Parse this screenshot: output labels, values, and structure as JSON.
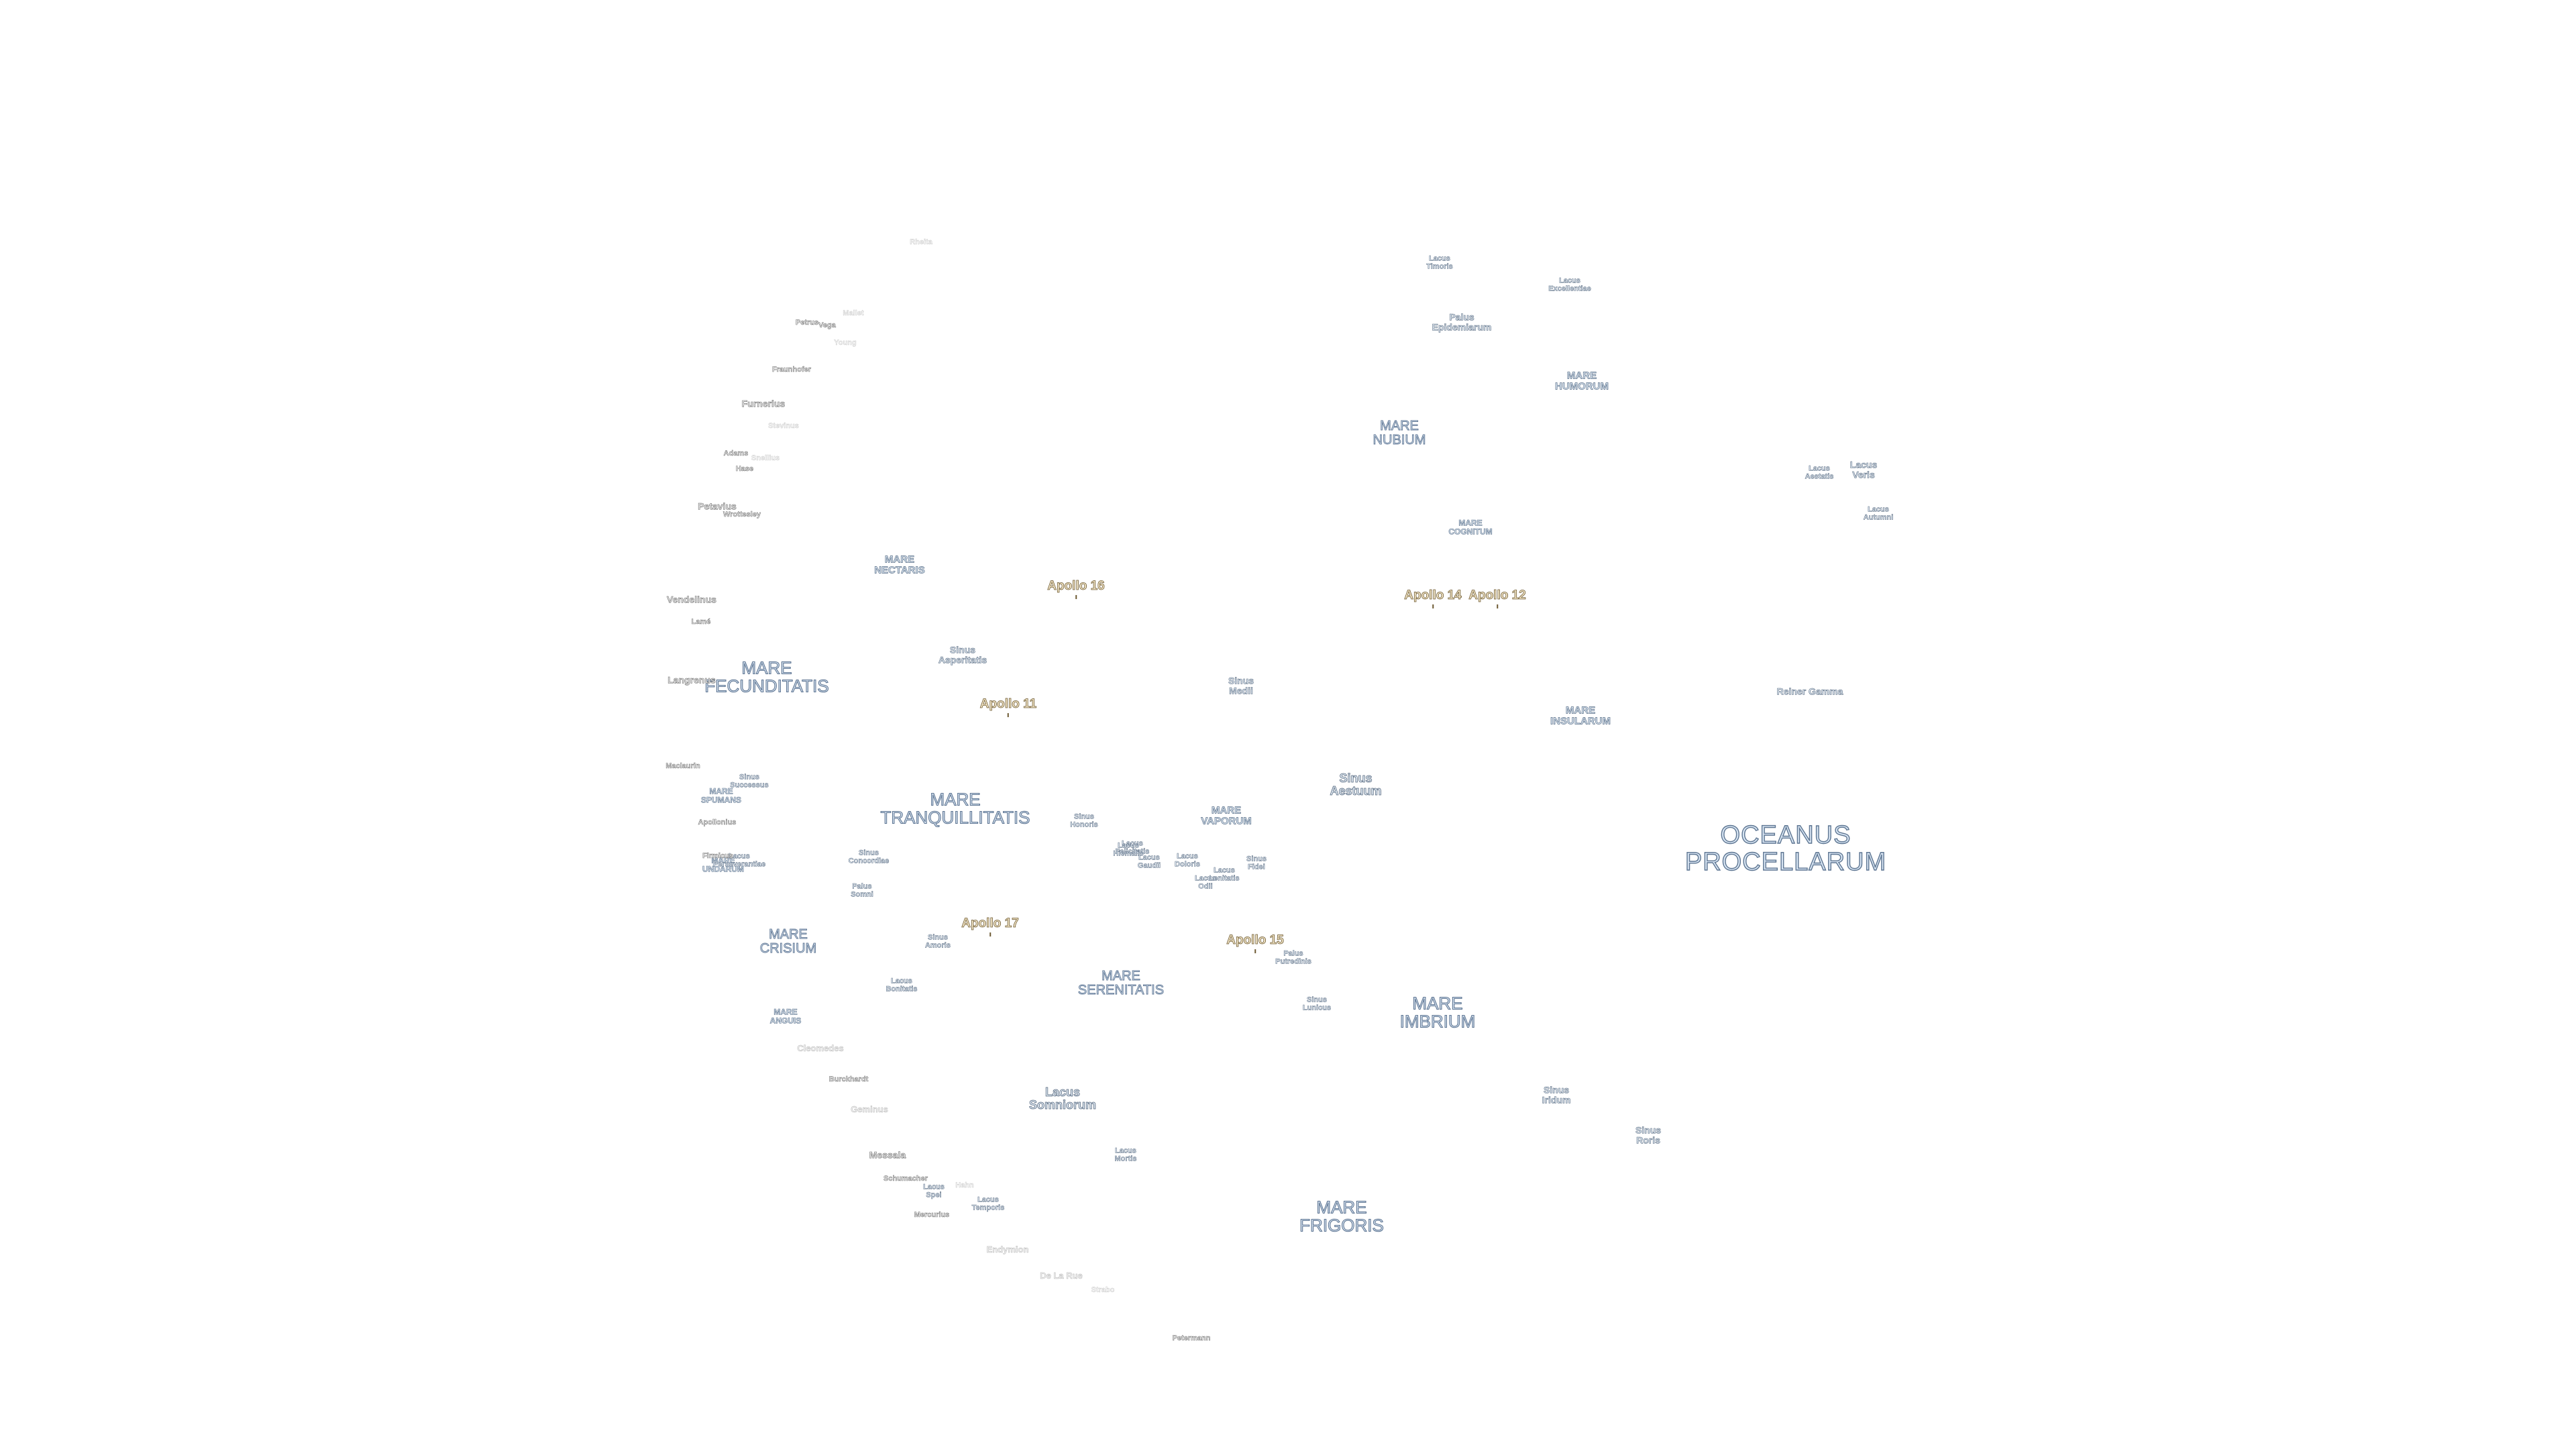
{
  "map": {
    "labels": [
      {
        "id": "oceanus-procellarum",
        "lines": [
          "OCEANUS",
          "PROCELLARUM"
        ],
        "kind": "ocean"
      },
      {
        "id": "mare-tranquillitatis",
        "lines": [
          "MARE",
          "TRANQUILLITATIS"
        ],
        "kind": "mare"
      },
      {
        "id": "mare-imbrium",
        "lines": [
          "MARE",
          "IMBRIUM"
        ],
        "kind": "mare"
      },
      {
        "id": "mare-frigoris",
        "lines": [
          "MARE",
          "FRIGORIS"
        ],
        "kind": "mare"
      },
      {
        "id": "mare-serenitatis",
        "lines": [
          "MARE",
          "SERENITATIS"
        ],
        "kind": "mare"
      },
      {
        "id": "mare-fecunditatis",
        "lines": [
          "MARE",
          "FECUNDITATIS"
        ],
        "kind": "mare"
      },
      {
        "id": "mare-crisium",
        "lines": [
          "MARE",
          "CRISIUM"
        ],
        "kind": "mare"
      },
      {
        "id": "mare-nubium",
        "lines": [
          "MARE",
          "NUBIUM"
        ],
        "kind": "mare"
      },
      {
        "id": "mare-humorum",
        "lines": [
          "MARE",
          "HUMORUM"
        ],
        "kind": "mare"
      },
      {
        "id": "mare-insularum",
        "lines": [
          "MARE",
          "INSULARUM"
        ],
        "kind": "mare"
      },
      {
        "id": "mare-cognitum",
        "lines": [
          "MARE",
          "COGNITUM"
        ],
        "kind": "mare"
      },
      {
        "id": "mare-nectaris",
        "lines": [
          "MARE",
          "NECTARIS"
        ],
        "kind": "mare"
      },
      {
        "id": "mare-vaporum",
        "lines": [
          "MARE",
          "VAPORUM"
        ],
        "kind": "mare"
      },
      {
        "id": "mare-spumans",
        "lines": [
          "MARE",
          "SPUMANS"
        ],
        "kind": "mare"
      },
      {
        "id": "mare-undarum",
        "lines": [
          "MARE",
          "UNDARUM"
        ],
        "kind": "mare"
      },
      {
        "id": "mare-anguis",
        "lines": [
          "MARE",
          "ANGUIS"
        ],
        "kind": "mare"
      },
      {
        "id": "lacus-somniorum",
        "lines": [
          "Lacus",
          "Somniorum"
        ],
        "kind": "lacus"
      },
      {
        "id": "lacus-mortis",
        "lines": [
          "Lacus",
          "Mortis"
        ],
        "kind": "lacus"
      },
      {
        "id": "lacus-temporis",
        "lines": [
          "Lacus",
          "Temporis"
        ],
        "kind": "lacus"
      },
      {
        "id": "lacus-spei",
        "lines": [
          "Lacus",
          "Spei"
        ],
        "kind": "lacus"
      },
      {
        "id": "lacus-bonitatis",
        "lines": [
          "Lacus",
          "Bonitatis"
        ],
        "kind": "lacus"
      },
      {
        "id": "lacus-veris",
        "lines": [
          "Lacus",
          "Veris"
        ],
        "kind": "lacus"
      },
      {
        "id": "lacus-autumni",
        "lines": [
          "Lacus",
          "Autumni"
        ],
        "kind": "lacus"
      },
      {
        "id": "lacus-aestatis",
        "lines": [
          "Lacus",
          "Aestatis"
        ],
        "kind": "lacus"
      },
      {
        "id": "lacus-timoris",
        "lines": [
          "Lacus",
          "Timoris"
        ],
        "kind": "lacus"
      },
      {
        "id": "lacus-excellentiae",
        "lines": [
          "Lacus",
          "Excellentiae"
        ],
        "kind": "lacus"
      },
      {
        "id": "lacus-doloris",
        "lines": [
          "Lacus",
          "Doloris"
        ],
        "kind": "lacus"
      },
      {
        "id": "lacus-odii",
        "lines": [
          "Lacus",
          "Odii"
        ],
        "kind": "lacus"
      },
      {
        "id": "lacus-gaudii",
        "lines": [
          "Lacus",
          "Gaudii"
        ],
        "kind": "lacus"
      },
      {
        "id": "lacus-perseverantiae",
        "lines": [
          "Lacus",
          "Perseverantiae"
        ],
        "kind": "lacus"
      },
      {
        "id": "lacus-felicitatis",
        "lines": [
          "Lacus",
          "Felicitatis"
        ],
        "kind": "lacus"
      },
      {
        "id": "lacus-lenitatis",
        "lines": [
          "Lacus",
          "Lenitatis"
        ],
        "kind": "lacus"
      },
      {
        "id": "lacus-hiemalis",
        "lines": [
          "Lacus",
          "Hiemalis"
        ],
        "kind": "lacus"
      },
      {
        "id": "sinus-iridum",
        "lines": [
          "Sinus",
          "Iridum"
        ],
        "kind": "lacus"
      },
      {
        "id": "sinus-roris",
        "lines": [
          "Sinus",
          "Roris"
        ],
        "kind": "lacus"
      },
      {
        "id": "sinus-aestuum",
        "lines": [
          "Sinus",
          "Aestuum"
        ],
        "kind": "lacus"
      },
      {
        "id": "sinus-medii",
        "lines": [
          "Sinus",
          "Medii"
        ],
        "kind": "lacus"
      },
      {
        "id": "sinus-asperitatis",
        "lines": [
          "Sinus",
          "Asperitatis"
        ],
        "kind": "lacus"
      },
      {
        "id": "sinus-concordiae",
        "lines": [
          "Sinus",
          "Concordiae"
        ],
        "kind": "lacus"
      },
      {
        "id": "sinus-amoris",
        "lines": [
          "Sinus",
          "Amoris"
        ],
        "kind": "lacus"
      },
      {
        "id": "sinus-lunicus",
        "lines": [
          "Sinus",
          "Lunicus"
        ],
        "kind": "lacus"
      },
      {
        "id": "sinus-honoris",
        "lines": [
          "Sinus",
          "Honoris"
        ],
        "kind": "lacus"
      },
      {
        "id": "sinus-fidei",
        "lines": [
          "Sinus",
          "Fidei"
        ],
        "kind": "lacus"
      },
      {
        "id": "sinus-successus",
        "lines": [
          "Sinus",
          "Successus"
        ],
        "kind": "lacus"
      },
      {
        "id": "palus-epidemiarum",
        "lines": [
          "Palus",
          "Epidemiarum"
        ],
        "kind": "lacus"
      },
      {
        "id": "palus-putredinis",
        "lines": [
          "Palus",
          "Putredinis"
        ],
        "kind": "lacus"
      },
      {
        "id": "palus-somni",
        "lines": [
          "Palus",
          "Somni"
        ],
        "kind": "lacus"
      },
      {
        "id": "reiner-gamma",
        "lines": [
          "Reiner Gamma"
        ],
        "kind": "lacus"
      },
      {
        "id": "apollo-11",
        "lines": [
          "Apollo 11"
        ],
        "kind": "apollo"
      },
      {
        "id": "apollo-12",
        "lines": [
          "Apollo 12"
        ],
        "kind": "apollo"
      },
      {
        "id": "apollo-14",
        "lines": [
          "Apollo 14"
        ],
        "kind": "apollo"
      },
      {
        "id": "apollo-15",
        "lines": [
          "Apollo 15"
        ],
        "kind": "apollo"
      },
      {
        "id": "apollo-16",
        "lines": [
          "Apollo 16"
        ],
        "kind": "apollo"
      },
      {
        "id": "apollo-17",
        "lines": [
          "Apollo 17"
        ],
        "kind": "apollo"
      },
      {
        "id": "vendelinus",
        "lines": [
          "Vendelinus"
        ],
        "kind": "crater"
      },
      {
        "id": "lame",
        "lines": [
          "Lamé"
        ],
        "kind": "crater"
      },
      {
        "id": "langrenus",
        "lines": [
          "Langrenus"
        ],
        "kind": "crater"
      },
      {
        "id": "petavius",
        "lines": [
          "Petavius"
        ],
        "kind": "crater"
      },
      {
        "id": "wrottesley",
        "lines": [
          "Wrottesley"
        ],
        "kind": "crater"
      },
      {
        "id": "adams",
        "lines": [
          "Adams"
        ],
        "kind": "crater"
      },
      {
        "id": "hase",
        "lines": [
          "Hase"
        ],
        "kind": "crater"
      },
      {
        "id": "snellius",
        "lines": [
          "Snellius"
        ],
        "kind": "crater"
      },
      {
        "id": "furnerius",
        "lines": [
          "Furnerius"
        ],
        "kind": "crater"
      },
      {
        "id": "stevinus",
        "lines": [
          "Stevinus"
        ],
        "kind": "crater"
      },
      {
        "id": "fraunhofer",
        "lines": [
          "Fraunhofer"
        ],
        "kind": "crater"
      },
      {
        "id": "petrus",
        "lines": [
          "Petrus"
        ],
        "kind": "crater"
      },
      {
        "id": "vega",
        "lines": [
          "Vega"
        ],
        "kind": "crater"
      },
      {
        "id": "mallet",
        "lines": [
          "Mallet"
        ],
        "kind": "crater"
      },
      {
        "id": "young",
        "lines": [
          "Young"
        ],
        "kind": "crater"
      },
      {
        "id": "rhete",
        "lines": [
          "Rheita"
        ],
        "kind": "crater"
      },
      {
        "id": "maclaurin",
        "lines": [
          "Maclaurin"
        ],
        "kind": "crater"
      },
      {
        "id": "apollonius",
        "lines": [
          "Apollonius"
        ],
        "kind": "crater"
      },
      {
        "id": "firmicus",
        "lines": [
          "Firmicus"
        ],
        "kind": "crater"
      },
      {
        "id": "cleomedes",
        "lines": [
          "Cleomedes"
        ],
        "kind": "crater"
      },
      {
        "id": "burckhardt",
        "lines": [
          "Burckhardt"
        ],
        "kind": "crater"
      },
      {
        "id": "geminus",
        "lines": [
          "Geminus"
        ],
        "kind": "crater"
      },
      {
        "id": "messala",
        "lines": [
          "Messala"
        ],
        "kind": "crater"
      },
      {
        "id": "schumacher",
        "lines": [
          "Schumacher"
        ],
        "kind": "crater"
      },
      {
        "id": "hahn",
        "lines": [
          "Hahn"
        ],
        "kind": "crater"
      },
      {
        "id": "mercurius",
        "lines": [
          "Mercurius"
        ],
        "kind": "crater"
      },
      {
        "id": "endymion",
        "lines": [
          "Endymion"
        ],
        "kind": "crater"
      },
      {
        "id": "de-la-rue",
        "lines": [
          "De La Rue"
        ],
        "kind": "crater"
      },
      {
        "id": "strabo",
        "lines": [
          "Strabo"
        ],
        "kind": "crater"
      },
      {
        "id": "petermann",
        "lines": [
          "Petermann"
        ],
        "kind": "crater"
      }
    ]
  }
}
